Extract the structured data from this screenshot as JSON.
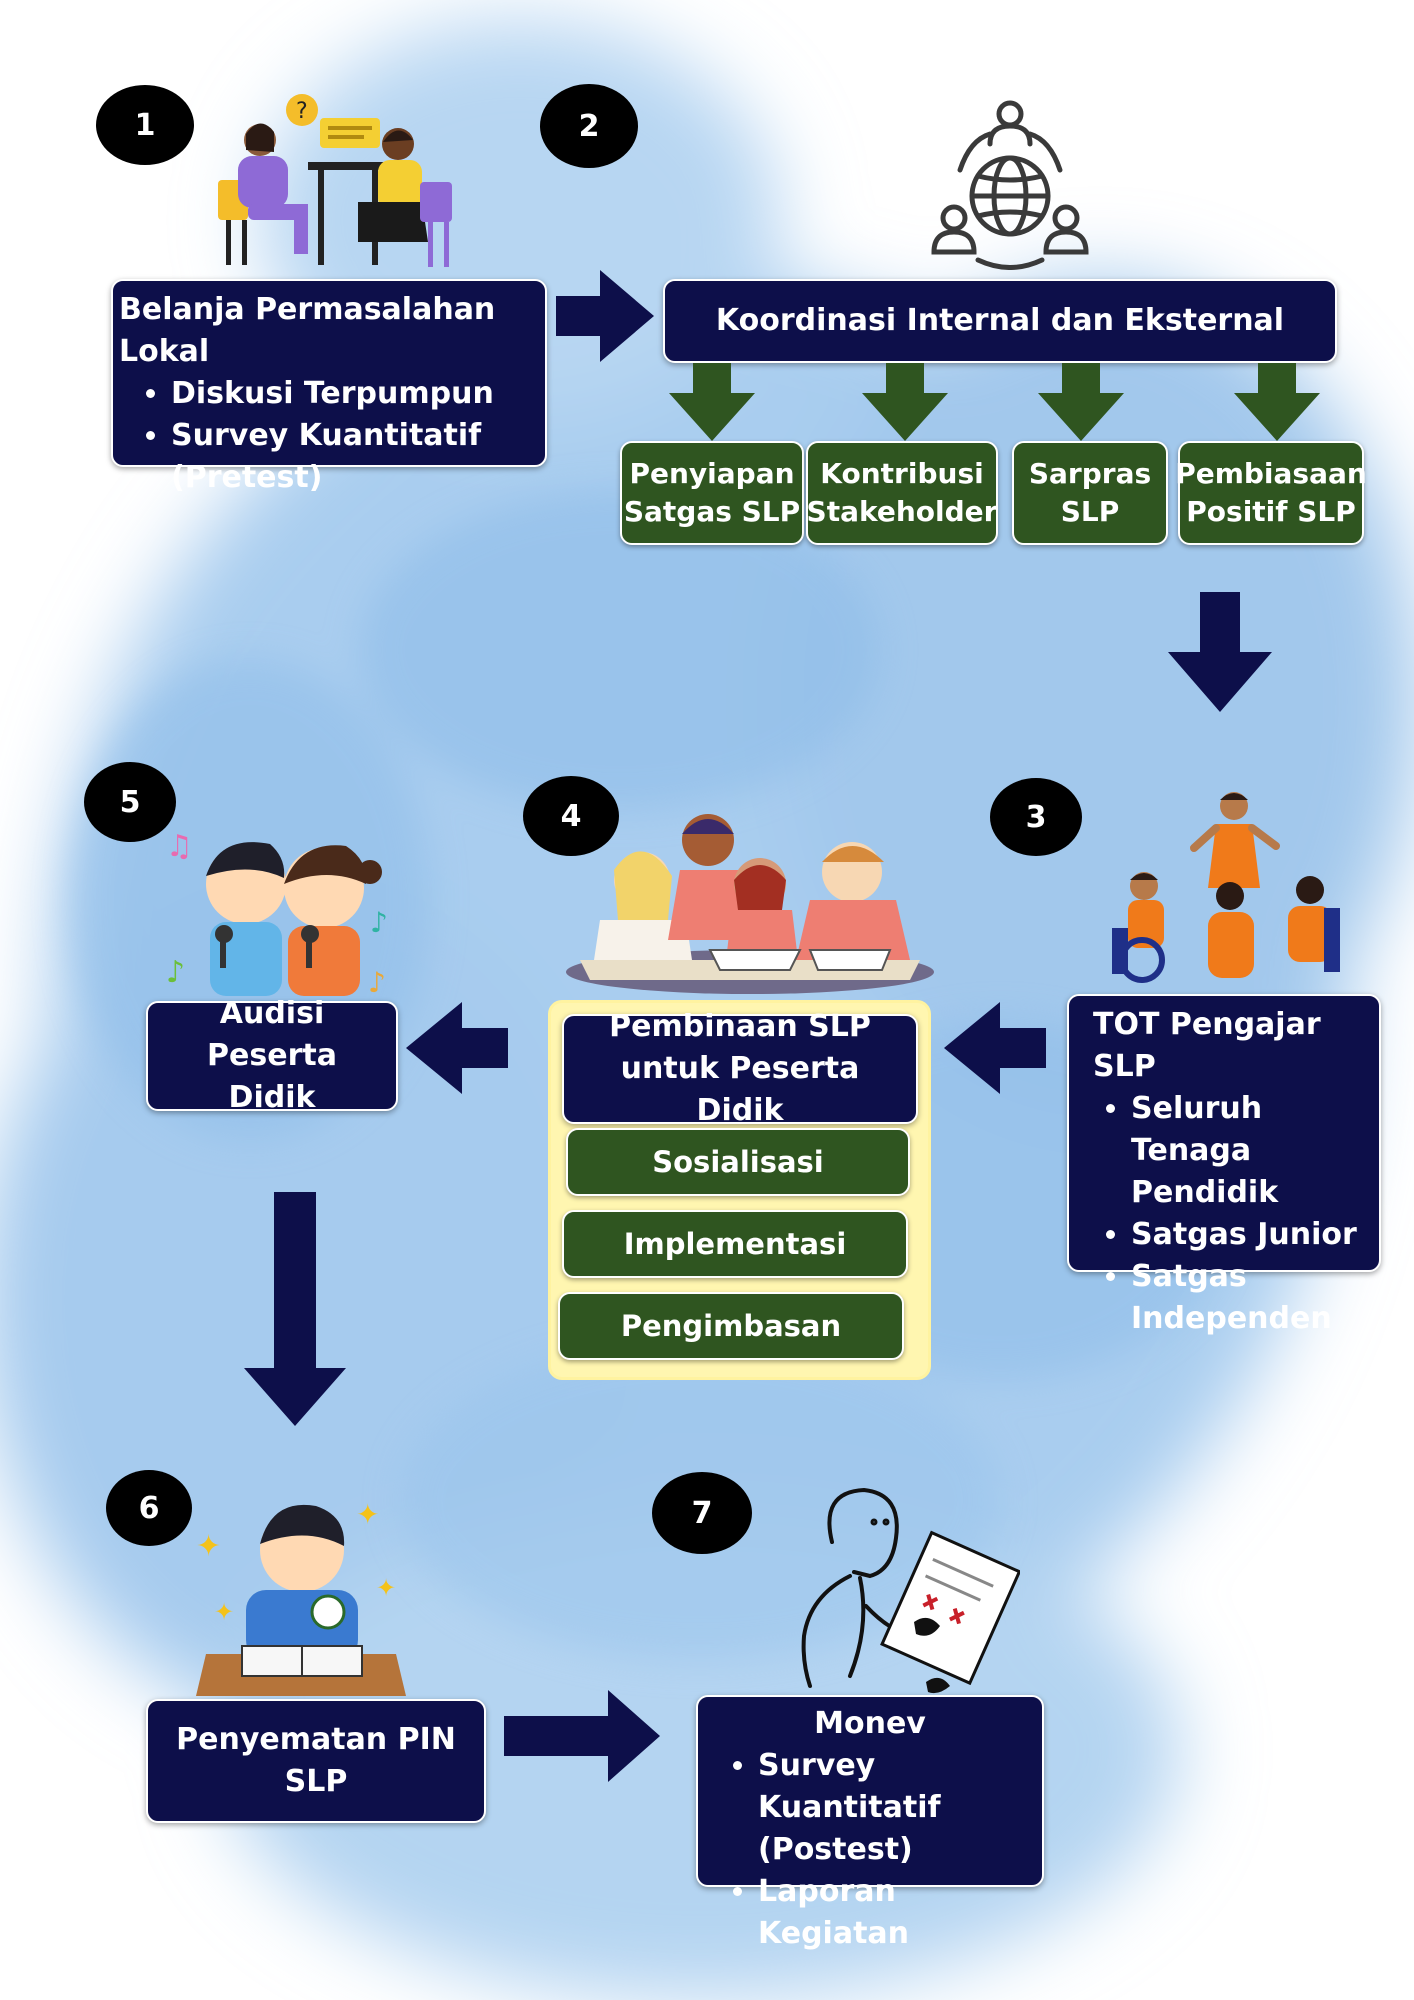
{
  "steps": {
    "s1": {
      "badge": "1",
      "title": "Belanja Permasalahan Lokal",
      "items": [
        "Diskusi Terpumpun",
        "Survey Kuantitatif (Pretest)"
      ]
    },
    "s2": {
      "badge": "2",
      "title": "Koordinasi Internal dan Eksternal",
      "subs": [
        "Penyiapan Satgas SLP",
        "Kontribusi Stakeholder",
        "Sarpras SLP",
        "Pembiasaan Positif SLP"
      ]
    },
    "s3": {
      "badge": "3",
      "title": "TOT Pengajar SLP",
      "items": [
        "Seluruh Tenaga Pendidik",
        "Satgas Junior",
        "Satgas Independen"
      ]
    },
    "s4": {
      "badge": "4",
      "title": "Pembinaan SLP untuk Peserta Didik",
      "subs": [
        "Sosialisasi",
        "Implementasi",
        "Pengimbasan"
      ]
    },
    "s5": {
      "badge": "5",
      "title": "Audisi Peserta Didik"
    },
    "s6": {
      "badge": "6",
      "title": "Penyematan PIN SLP"
    },
    "s7": {
      "badge": "7",
      "title": "Monev",
      "items": [
        "Survey Kuantitatif (Postest)",
        "Laporan Kegiatan"
      ]
    }
  },
  "colors": {
    "navy": "#0d0f4a",
    "green": "#2f5520",
    "yellow_panel": "#fff6b0",
    "watercolor": "#9cc6ec"
  },
  "icons": [
    "discussion-icon",
    "network-people-icon",
    "teacher-training-icon",
    "students-studying-icon",
    "kids-singing-icon",
    "student-pin-icon",
    "monitoring-person-icon"
  ]
}
